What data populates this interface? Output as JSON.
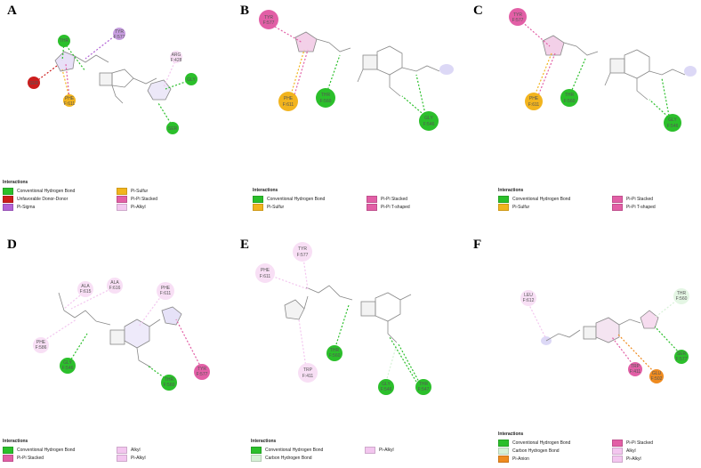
{
  "colors": {
    "conventional_hbond": "#2bbf2b",
    "unfavorable": "#cc1d1d",
    "pi_sigma": "#b262d6",
    "pi_sulfur": "#f2b41e",
    "pi_pi_stacked": "#e25fa6",
    "pi_pi_tshaped": "#e25fa6",
    "pi_alkyl": "#f3c6ef",
    "alkyl": "#f3c6ef",
    "carbon_hbond": "#d6f1d6",
    "pi_anion": "#ef8b1f"
  },
  "panels": [
    {
      "letter": "A",
      "legend_title": "Interactions",
      "legend": [
        {
          "label": "Conventional Hydrogen Bond",
          "color": "#2bbf2b"
        },
        {
          "label": "Pi-Sulfur",
          "color": "#f2b41e"
        },
        {
          "label": "Unfavorable Donor-Donor",
          "color": "#cc1d1d"
        },
        {
          "label": "Pi-Pi Stacked",
          "color": "#e25fa6"
        },
        {
          "label": "Pi-Sigma",
          "color": "#b262d6"
        },
        {
          "label": "Pi-Alkyl",
          "color": "#f3c6ef"
        }
      ],
      "residues": [
        {
          "name": "THR",
          "id": "",
          "color": "#2bbf2b"
        },
        {
          "name": "TYR",
          "id": "F:577",
          "color": "#b262d6"
        },
        {
          "name": "SER",
          "id": "",
          "color": "#cc1d1d"
        },
        {
          "name": "PHE",
          "id": "F:611",
          "color": "#f2b41e"
        },
        {
          "name": "ARG",
          "id": "F:428",
          "color": "#f3c6ef"
        },
        {
          "name": "GLY",
          "id": "",
          "color": "#2bbf2b"
        },
        {
          "name": "SER",
          "id": "",
          "color": "#2bbf2b"
        }
      ]
    },
    {
      "letter": "B",
      "legend_title": "Interactions",
      "legend": [
        {
          "label": "Conventional Hydrogen Bond",
          "color": "#2bbf2b"
        },
        {
          "label": "Pi-Pi Stacked",
          "color": "#e25fa6"
        },
        {
          "label": "Pi-Sulfur",
          "color": "#f2b41e"
        },
        {
          "label": "Pi-Pi T-shaped",
          "color": "#e25fa6"
        }
      ],
      "residues": [
        {
          "name": "TYR",
          "id": "F:577",
          "color": "#e25fa6"
        },
        {
          "name": "PHE",
          "id": "F:611",
          "color": "#f2b41e"
        },
        {
          "name": "THR",
          "id": "F:560",
          "color": "#2bbf2b"
        },
        {
          "name": "GLY",
          "id": "F:546",
          "color": "#2bbf2b"
        }
      ]
    },
    {
      "letter": "C",
      "legend_title": "Interactions",
      "legend": [
        {
          "label": "Conventional Hydrogen Bond",
          "color": "#2bbf2b"
        },
        {
          "label": "Pi-Pi Stacked",
          "color": "#e25fa6"
        },
        {
          "label": "Pi-Sulfur",
          "color": "#f2b41e"
        },
        {
          "label": "Pi-Pi T-shaped",
          "color": "#e25fa6"
        }
      ],
      "residues": [
        {
          "name": "TYR",
          "id": "F:577",
          "color": "#e25fa6"
        },
        {
          "name": "PHE",
          "id": "F:611",
          "color": "#f2b41e"
        },
        {
          "name": "THR",
          "id": "F:560",
          "color": "#2bbf2b"
        },
        {
          "name": "GLY",
          "id": "F:546",
          "color": "#2bbf2b"
        }
      ]
    },
    {
      "letter": "D",
      "legend_title": "Interactions",
      "legend": [
        {
          "label": "Conventional Hydrogen Bond",
          "color": "#2bbf2b"
        },
        {
          "label": "Alkyl",
          "color": "#f3c6ef"
        },
        {
          "label": "Pi-Pi Stacked",
          "color": "#e25fa6"
        },
        {
          "label": "Pi-Alkyl",
          "color": "#f3c6ef"
        }
      ],
      "residues": [
        {
          "name": "ALA",
          "id": "F:615",
          "color": "#f3c6ef"
        },
        {
          "name": "ALA",
          "id": "F:616",
          "color": "#f3c6ef"
        },
        {
          "name": "PHE",
          "id": "F:611",
          "color": "#f3c6ef"
        },
        {
          "name": "PHE",
          "id": "F:586",
          "color": "#f3c6ef"
        },
        {
          "name": "GLY",
          "id": "F:546",
          "color": "#2bbf2b"
        },
        {
          "name": "THR",
          "id": "F:560",
          "color": "#2bbf2b"
        },
        {
          "name": "TYR",
          "id": "F:577",
          "color": "#e25fa6"
        }
      ]
    },
    {
      "letter": "E",
      "legend_title": "Interactions",
      "legend": [
        {
          "label": "Conventional Hydrogen Bond",
          "color": "#2bbf2b"
        },
        {
          "label": "Pi-Alkyl",
          "color": "#f3c6ef"
        },
        {
          "label": "Carbon Hydrogen Bond",
          "color": "#d6f1d6"
        }
      ],
      "residues": [
        {
          "name": "TYR",
          "id": "F:577",
          "color": "#f3c6ef"
        },
        {
          "name": "PHE",
          "id": "F:611",
          "color": "#f3c6ef"
        },
        {
          "name": "THR",
          "id": "F:560",
          "color": "#2bbf2b"
        },
        {
          "name": "TRP",
          "id": "F:411",
          "color": "#f3c6ef"
        },
        {
          "name": "GLY",
          "id": "F:546",
          "color": "#2bbf2b"
        },
        {
          "name": "THR",
          "id": "F:547",
          "color": "#2bbf2b"
        }
      ]
    },
    {
      "letter": "F",
      "legend_title": "Interactions",
      "legend": [
        {
          "label": "Conventional Hydrogen Bond",
          "color": "#2bbf2b"
        },
        {
          "label": "Pi-Pi Stacked",
          "color": "#e25fa6"
        },
        {
          "label": "Carbon Hydrogen Bond",
          "color": "#d6f1d6"
        },
        {
          "label": "Alkyl",
          "color": "#f3c6ef"
        },
        {
          "label": "Pi-Anion",
          "color": "#ef8b1f"
        },
        {
          "label": "Pi-Alkyl",
          "color": "#f3c6ef"
        }
      ],
      "residues": [
        {
          "name": "LEU",
          "id": "F:612",
          "color": "#f3c6ef"
        },
        {
          "name": "THR",
          "id": "F:560",
          "color": "#d6f1d6"
        },
        {
          "name": "SER",
          "id": "F:577",
          "color": "#2bbf2b"
        },
        {
          "name": "TRP",
          "id": "F:411",
          "color": "#e25fa6"
        },
        {
          "name": "GLU",
          "id": "F:502",
          "color": "#ef8b1f"
        }
      ]
    }
  ]
}
